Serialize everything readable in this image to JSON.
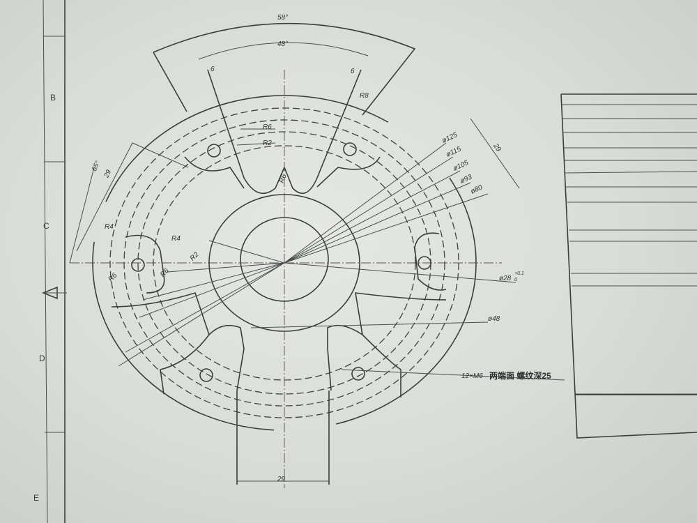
{
  "zones": [
    "B",
    "C",
    "D",
    "E"
  ],
  "dimensions": {
    "angle_outer": "58°",
    "angle_inner": "48°",
    "slot_width_left": "6",
    "slot_width_right": "6",
    "radius_r8": "R8",
    "radius_r6_top": "R6",
    "radius_r2_top": "R2",
    "radius_r6_center": "R6",
    "angle_left": "65°",
    "width_left": "29",
    "radius_r4_left": "R4",
    "radius_r4_mid": "R4",
    "radius_r2_left": "R2",
    "radius_r6_left": "R6",
    "radius_r6_lower": "R6",
    "width_right": "29",
    "width_bottom": "29",
    "dia_125": "ø125",
    "dia_115": "ø115",
    "dia_105": "ø105",
    "dia_93": "ø93",
    "dia_80": "ø80",
    "dia_28": "ø28",
    "dia_28_tol_upper": "+0.1",
    "dia_28_tol_lower": "0",
    "dia_48": "ø48",
    "thread_note_prefix": "12×M6",
    "thread_note": "两端面 螺纹深25"
  },
  "colors": {
    "line": "#3a3d3c",
    "paper": "#e3e5e1"
  }
}
